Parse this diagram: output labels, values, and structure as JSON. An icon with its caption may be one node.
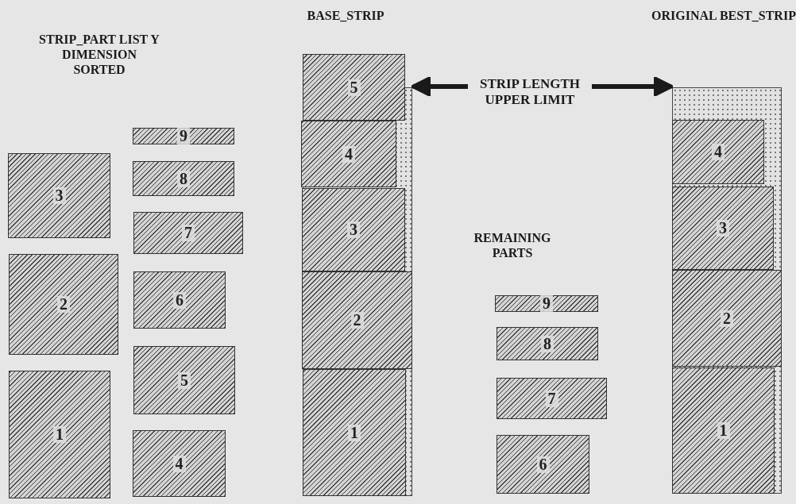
{
  "diagram": {
    "nodes": [
      {
        "text": [
          "3"
        ]
      },
      {
        "text": [
          "2"
        ]
      },
      {
        "text": [
          "1"
        ]
      },
      {
        "text": [
          "9"
        ]
      },
      {
        "text": [
          "8"
        ]
      },
      {
        "text": [
          "7"
        ]
      },
      {
        "text": [
          "6"
        ]
      },
      {
        "text": [
          "5"
        ]
      },
      {
        "text": [
          "4"
        ]
      },
      {
        "text": [],
        "shape": "box"
      },
      {
        "text": [
          "5"
        ]
      },
      {
        "text": [
          "4"
        ],
        "in": 9
      },
      {
        "text": [
          "3"
        ],
        "in": 9
      },
      {
        "text": [
          "2"
        ],
        "in": 9
      },
      {
        "text": [
          "1"
        ],
        "in": 9
      },
      {
        "text": [
          "STRIP LENGTH UPPER LIMIT"
        ]
      },
      {
        "text": [
          "9"
        ]
      },
      {
        "text": [
          "8"
        ]
      },
      {
        "text": [
          "7"
        ]
      },
      {
        "text": [
          "6"
        ]
      },
      {
        "text": [],
        "shape": "box"
      },
      {
        "text": [
          "4"
        ],
        "in": 20
      },
      {
        "text": [
          "3"
        ],
        "in": 20
      },
      {
        "text": [
          "2"
        ],
        "in": 20
      },
      {
        "text": [
          "1"
        ],
        "in": 20
      }
    ],
    "edges": [
      {
        "from": 15,
        "to": 9,
        "arrow": "to"
      },
      {
        "from": 15,
        "to": 20,
        "arrow": "to"
      }
    ],
    "labels": [
      "STRIP_PART LIST Y DIMENSION SORTED",
      "BASE_STRIP",
      "ORIGINAL BEST_STRIP",
      "REMAINING PARTS"
    ]
  }
}
